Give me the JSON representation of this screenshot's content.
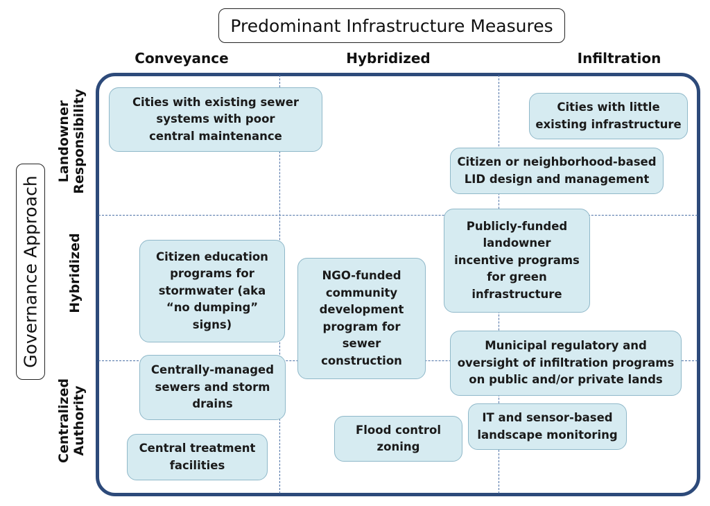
{
  "title": "Predominant Infrastructure Measures",
  "y_axis_title": "Governance Approach",
  "columns": [
    "Conveyance",
    "Hybridized",
    "Infiltration"
  ],
  "rows": [
    {
      "lines": [
        "Landowner",
        "Responsibility"
      ]
    },
    {
      "lines": [
        "Hybridized"
      ]
    },
    {
      "lines": [
        "Centralized",
        "Authority"
      ]
    }
  ],
  "colors": {
    "frame": "#2d4a7a",
    "node_fill": "#d6ebf1",
    "node_border": "#8fb8c9",
    "divider": "#4a6fa5"
  },
  "nodes": [
    {
      "id": "existing-sewer",
      "lines": [
        "Cities with existing sewer",
        "systems with poor",
        "central maintenance"
      ]
    },
    {
      "id": "little-infrastructure",
      "lines": [
        "Cities with little",
        "existing infrastructure"
      ]
    },
    {
      "id": "lid-design",
      "lines": [
        "Citizen or neighborhood-based",
        "LID design and management"
      ]
    },
    {
      "id": "citizen-education",
      "lines": [
        "Citizen education",
        "programs for",
        "stormwater (aka",
        "“no dumping”",
        "signs)"
      ]
    },
    {
      "id": "ngo-funded",
      "lines": [
        "NGO-funded",
        "community",
        "development",
        "program for",
        "sewer",
        "construction"
      ]
    },
    {
      "id": "publicly-funded",
      "lines": [
        "Publicly-funded",
        "landowner",
        "incentive programs",
        "for green",
        "infrastructure"
      ]
    },
    {
      "id": "municipal-regulatory",
      "lines": [
        "Municipal regulatory and",
        "oversight of infiltration programs",
        "on public and/or private lands"
      ]
    },
    {
      "id": "centrally-managed",
      "lines": [
        "Centrally-managed",
        "sewers and storm",
        "drains"
      ]
    },
    {
      "id": "it-sensor",
      "lines": [
        "IT and sensor-based",
        "landscape monitoring"
      ]
    },
    {
      "id": "flood-control",
      "lines": [
        "Flood control",
        "zoning"
      ]
    },
    {
      "id": "central-treatment",
      "lines": [
        "Central treatment",
        "facilities"
      ]
    }
  ]
}
